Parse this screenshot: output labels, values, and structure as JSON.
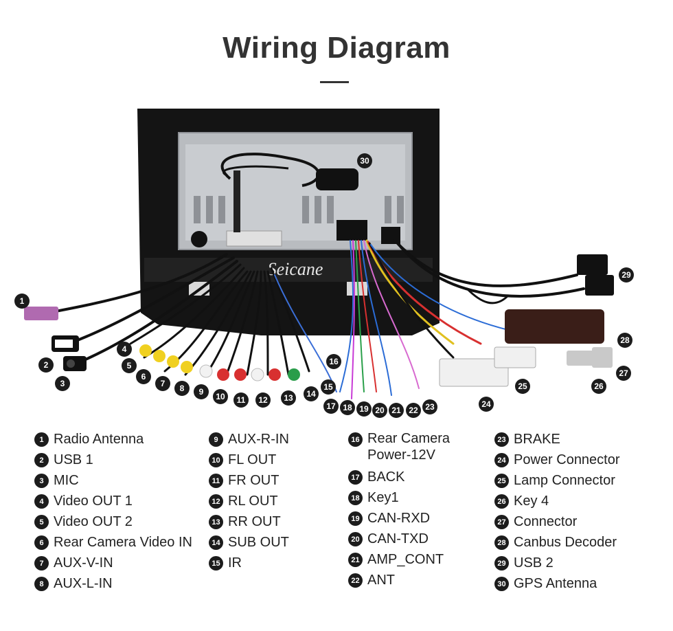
{
  "title": "Wiring Diagram",
  "watermark": "Seicane",
  "legend": {
    "col1": [
      {
        "n": "1",
        "label": "Radio Antenna"
      },
      {
        "n": "2",
        "label": "USB 1"
      },
      {
        "n": "3",
        "label": "MIC"
      },
      {
        "n": "4",
        "label": "Video OUT 1"
      },
      {
        "n": "5",
        "label": "Video OUT 2"
      },
      {
        "n": "6",
        "label": "Rear Camera Video IN"
      },
      {
        "n": "7",
        "label": "AUX-V-IN"
      },
      {
        "n": "8",
        "label": "AUX-L-IN"
      }
    ],
    "col2": [
      {
        "n": "9",
        "label": "AUX-R-IN"
      },
      {
        "n": "10",
        "label": "FL OUT"
      },
      {
        "n": "11",
        "label": "FR OUT"
      },
      {
        "n": "12",
        "label": "RL OUT"
      },
      {
        "n": "13",
        "label": "RR OUT"
      },
      {
        "n": "14",
        "label": "SUB OUT"
      },
      {
        "n": "15",
        "label": "IR"
      }
    ],
    "col3": [
      {
        "n": "16",
        "label": "Rear Camera Power-12V"
      },
      {
        "n": "17",
        "label": "BACK"
      },
      {
        "n": "18",
        "label": "Key1"
      },
      {
        "n": "19",
        "label": "CAN-RXD"
      },
      {
        "n": "20",
        "label": "CAN-TXD"
      },
      {
        "n": "21",
        "label": "AMP_CONT"
      },
      {
        "n": "22",
        "label": "ANT"
      }
    ],
    "col4": [
      {
        "n": "23",
        "label": "BRAKE"
      },
      {
        "n": "24",
        "label": "Power Connector"
      },
      {
        "n": "25",
        "label": "Lamp Connector"
      },
      {
        "n": "26",
        "label": "Key 4"
      },
      {
        "n": "27",
        "label": "Connector"
      },
      {
        "n": "28",
        "label": "Canbus Decoder"
      },
      {
        "n": "29",
        "label": "USB 2"
      },
      {
        "n": "30",
        "label": "GPS Antenna"
      }
    ]
  },
  "callouts": [
    "1",
    "2",
    "3",
    "4",
    "5",
    "6",
    "7",
    "8",
    "9",
    "10",
    "11",
    "12",
    "13",
    "14",
    "15",
    "16",
    "17",
    "18",
    "19",
    "20",
    "21",
    "22",
    "23",
    "24",
    "25",
    "26",
    "27",
    "28",
    "29",
    "30"
  ]
}
